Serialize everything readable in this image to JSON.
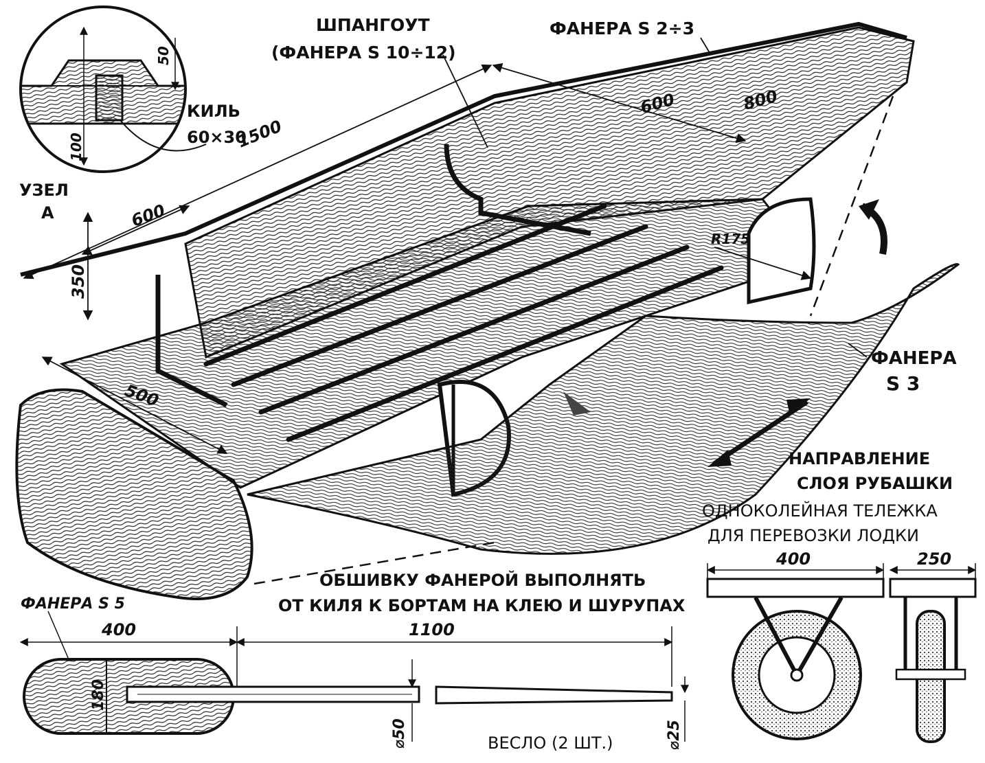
{
  "colors": {
    "ink": "#111111",
    "paper": "#ffffff",
    "wood": "#2a2a2a",
    "hatch": "#555555"
  },
  "icons": {
    "rotate_arrow": "curved-arrow-icon",
    "grain_direction": "double-arrow-icon",
    "insert_arrow": "insert-arrow-icon"
  },
  "labels": {
    "frame_title": "ШПАНГОУТ",
    "frame_sub": "(ФАНЕРА S 10÷12)",
    "plywood_23": "ФАНЕРА S 2÷3",
    "keel": "КИЛЬ",
    "keel_size": "60×30",
    "node": "УЗЕЛ",
    "node_letter": "А",
    "plywood_3_a": "ФАНЕРА",
    "plywood_3_b": "S 3",
    "grain_a": "НАПРАВЛЕНИЕ",
    "grain_b": "СЛОЯ РУБАШКИ",
    "cart_a": "ОДНОКОЛЕЙНАЯ ТЕЛЕЖКА",
    "cart_b": "ДЛЯ ПЕРЕВОЗКИ ЛОДКИ",
    "sheathing_a": "ОБШИВКУ ФАНЕРОЙ ВЫПОЛНЯТЬ",
    "sheathing_b": "ОТ КИЛЯ К БОРТАМ НА КЛЕЮ И ШУРУПАХ",
    "plywood_5": "ФАНЕРА S 5",
    "oar": "ВЕСЛО (2 ШТ.)"
  },
  "dimensions": {
    "d1500": "1500",
    "d600_top": "600",
    "d800": "800",
    "d600_left": "600",
    "d350": "350",
    "d500": "500",
    "r175": "R175",
    "d50_node": "50",
    "d100_node": "100",
    "d400_cart": "400",
    "d250_cart": "250",
    "d400_oar": "400",
    "d1100_oar": "1100",
    "d180_oar": "180",
    "d50_oar": "⌀50",
    "d25_oar": "⌀25"
  }
}
